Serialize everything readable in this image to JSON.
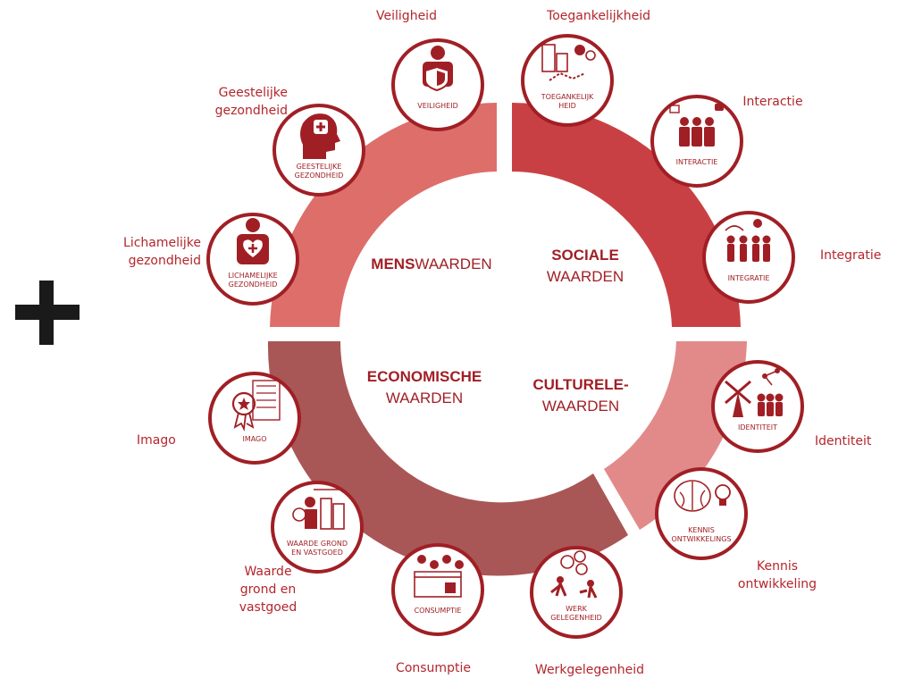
{
  "colors": {
    "mens": "#de6e6a",
    "sociale": "#c94044",
    "culturele": "#e28a8a",
    "economische": "#a95656",
    "icon": "#a01f25",
    "badge_border": "#a01f25",
    "label": "#b3262c",
    "plus": "#1a1a1a"
  },
  "quadrants": {
    "mens": {
      "bold": "MENS",
      "rest": "WAARDEN"
    },
    "sociale": {
      "bold": "SOCIALE",
      "rest": "WAARDEN"
    },
    "economische": {
      "bold": "ECONOMISCHE",
      "rest": "WAARDEN"
    },
    "culturele": {
      "bold": "CULTURELE-",
      "rest": "WAARDEN"
    }
  },
  "badges": [
    {
      "id": "veiligheid",
      "inner": "VEILIGHEID",
      "outer": "Veiligheid",
      "icon": "person-shield-icon"
    },
    {
      "id": "toegankelijkheid",
      "inner": "TOEGANKELIJK HEID",
      "outer": "Toegankelijkheid",
      "icon": "city-map-pin-icon"
    },
    {
      "id": "interactie",
      "inner": "INTERACTIE",
      "outer": "Interactie",
      "icon": "people-chat-icon"
    },
    {
      "id": "integratie",
      "inner": "INTEGRATIE",
      "outer": "Integratie",
      "icon": "group-activity-icon"
    },
    {
      "id": "identiteit",
      "inner": "IDENTITEIT",
      "outer": "Identiteit",
      "icon": "windmill-people-icon"
    },
    {
      "id": "kennis",
      "inner": "KENNIS ONTWIKKELINGS",
      "outer": "Kennis ontwikkeling",
      "icon": "brain-bulb-icon"
    },
    {
      "id": "werkgelegenheid",
      "inner": "WERK GELEGENHEID",
      "outer": "Werkgelegenheid",
      "icon": "worker-euro-icon"
    },
    {
      "id": "consumptie",
      "inner": "CONSUMPTIE",
      "outer": "Consumptie",
      "icon": "shop-pins-icon"
    },
    {
      "id": "waarde-grond",
      "inner": "WAARDE GROND EN VASTGOED",
      "outer": "Waarde grond en vastgoed",
      "icon": "buildings-value-icon"
    },
    {
      "id": "imago",
      "inner": "IMAGO",
      "outer": "Imago",
      "icon": "award-ribbon-icon"
    },
    {
      "id": "lichamelijke",
      "inner": "LICHAMELIJKE GEZONDHEID",
      "outer": "Lichamelijke gezondheid",
      "icon": "person-heart-icon"
    },
    {
      "id": "geestelijke",
      "inner": "GEESTELIJKE GEZONDHEID",
      "outer": "Geestelijke gezondheid",
      "icon": "head-cross-icon"
    }
  ]
}
